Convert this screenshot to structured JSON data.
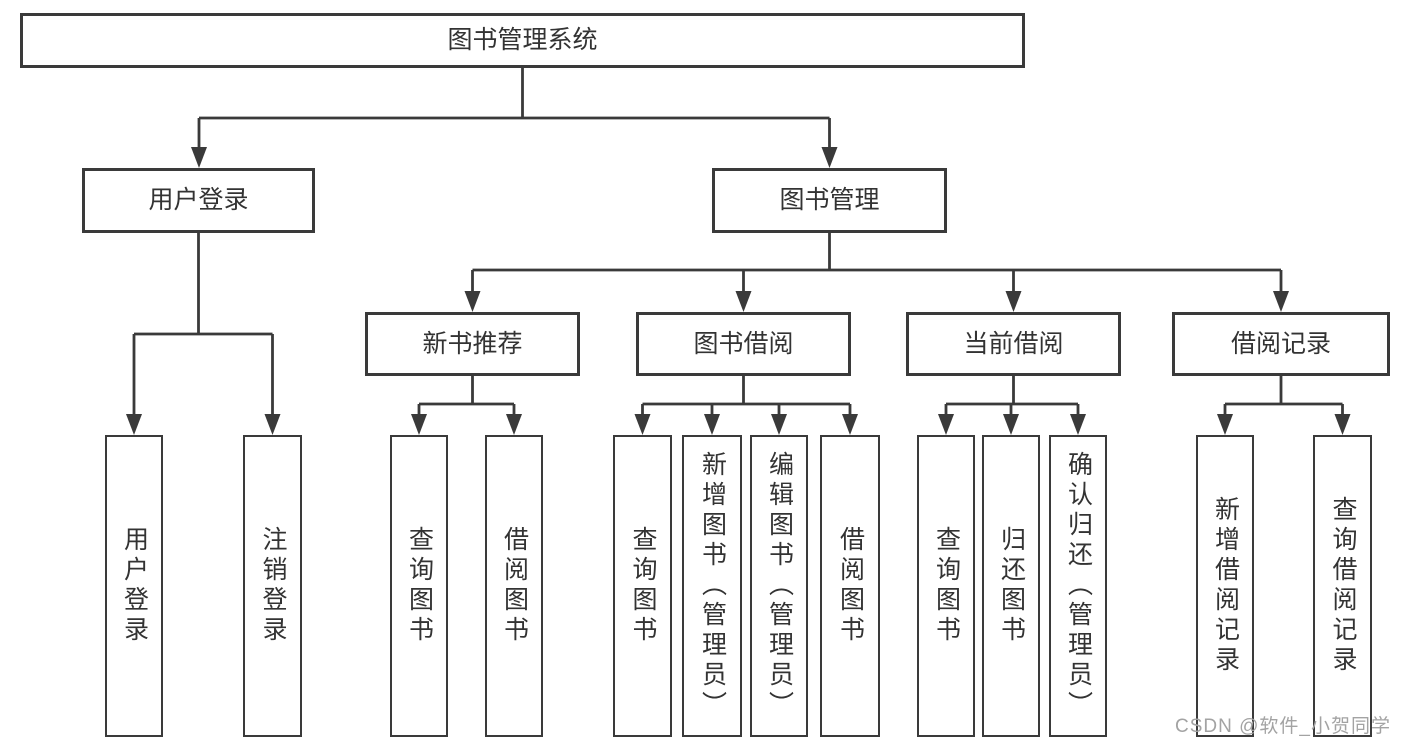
{
  "diagram": {
    "root": {
      "label": "图书管理系统"
    },
    "level2": [
      {
        "label": "用户登录"
      },
      {
        "label": "图书管理"
      }
    ],
    "level3": [
      {
        "label": "新书推荐"
      },
      {
        "label": "图书借阅"
      },
      {
        "label": "当前借阅"
      },
      {
        "label": "借阅记录"
      }
    ],
    "leaves": [
      {
        "label": "用户登录"
      },
      {
        "label": "注销登录"
      },
      {
        "label": "查询图书"
      },
      {
        "label": "借阅图书"
      },
      {
        "label": "查询图书"
      },
      {
        "label": "新增图书（管理员）"
      },
      {
        "label": "编辑图书（管理员）"
      },
      {
        "label": "借阅图书"
      },
      {
        "label": "查询图书"
      },
      {
        "label": "归还图书"
      },
      {
        "label": "确认归还（管理员）"
      },
      {
        "label": "新增借阅记录"
      },
      {
        "label": "查询借阅记录"
      }
    ]
  },
  "watermark": {
    "text": "CSDN @软件_小贺同学"
  },
  "colors": {
    "line": "#3a3a3a",
    "text": "#333333",
    "watermark": "#a3a3a3",
    "background": "#ffffff"
  }
}
